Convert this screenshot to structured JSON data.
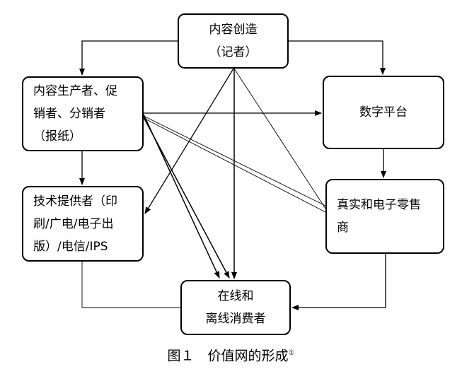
{
  "nodes": {
    "create": {
      "lines": [
        "内容创造",
        "（记者）"
      ]
    },
    "producer": {
      "lines": [
        "内容生产者、促",
        "销者、分销者",
        "（报纸）"
      ]
    },
    "platform": {
      "lines": [
        "数字平台"
      ]
    },
    "tech": {
      "lines": [
        "技术提供者（印",
        "刷/广电/电子出",
        "版）/电信/IPS"
      ]
    },
    "retail": {
      "lines": [
        "真实和电子零售",
        "商"
      ]
    },
    "consumer": {
      "lines": [
        "在线和",
        "离线消费者"
      ]
    }
  },
  "caption": {
    "text": "图１　价值网的形成",
    "footnote_mark": "①"
  }
}
